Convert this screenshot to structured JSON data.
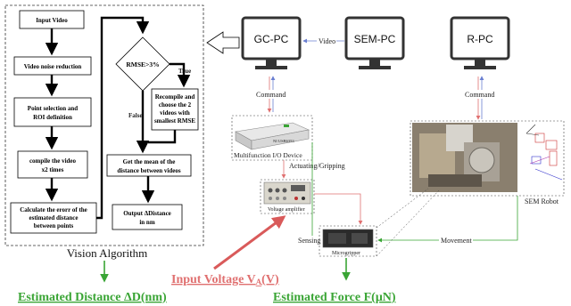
{
  "flow_left": {
    "input_video": "Input Video",
    "noise_reduction": "Video noise reduction",
    "point_selection": [
      "Point selection and",
      "ROI definition"
    ],
    "compile_video": [
      "compile the video",
      "x2 times"
    ],
    "calc_error": [
      "Calculate the erorr of the",
      "estimated distance",
      "between points"
    ]
  },
  "flow_right": {
    "decision": "RMSE>3%",
    "true_label": "True",
    "false_label": "False",
    "recompile": [
      "Recompile and",
      "choose the 2",
      "videos with",
      "smallest RMSE"
    ],
    "mean": [
      "Get the mean of the",
      "distance between videos"
    ],
    "output": [
      "Output ΔDistance",
      "in nm"
    ]
  },
  "vision_title": "Vision Algorithm",
  "pcs": {
    "gc": "GC-PC",
    "sem": "SEM-PC",
    "r": "R-PC"
  },
  "links": {
    "video": "Video",
    "command_left": "Command",
    "command_right": "Command",
    "actuating": "Actuating/Gripping",
    "sensing": "Sensing",
    "movement": "Movement"
  },
  "devices": {
    "daq_label": "Multifunction I/O Device",
    "daq_model": "NI USB6353",
    "amplifier": "Voltage amplifier",
    "microgripper": "Microgripper",
    "robot": "SEM Robot"
  },
  "outputs": {
    "distance": "Estimated Distance ΔD(nm)",
    "voltage": "Input Voltage V",
    "voltage_sub": "A",
    "voltage_unit": "(V)",
    "force": "Estimated Force F(μN)"
  },
  "colors": {
    "green": "#3aa535",
    "red": "#e07070",
    "blue": "#6a7fd1"
  }
}
